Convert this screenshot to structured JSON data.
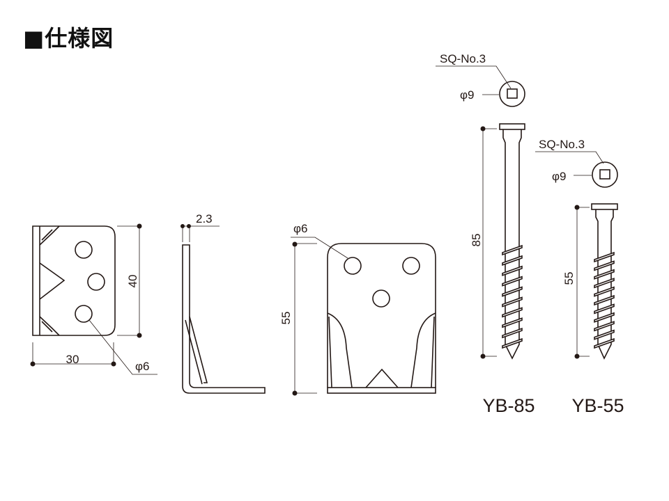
{
  "title": "■仕様図",
  "bracket_front": {
    "width_label": "30",
    "height_label": "40",
    "hole_label": "φ6"
  },
  "bracket_side": {
    "thickness_label": "2.3"
  },
  "bracket_face": {
    "height_label": "55",
    "hole_label": "φ6"
  },
  "screw_yb85": {
    "name": "YB-85",
    "length_label": "85",
    "head_label": "φ9",
    "drive_label": "SQ-No.3"
  },
  "screw_yb55": {
    "name": "YB-55",
    "length_label": "55",
    "head_label": "φ9",
    "drive_label": "SQ-No.3"
  }
}
